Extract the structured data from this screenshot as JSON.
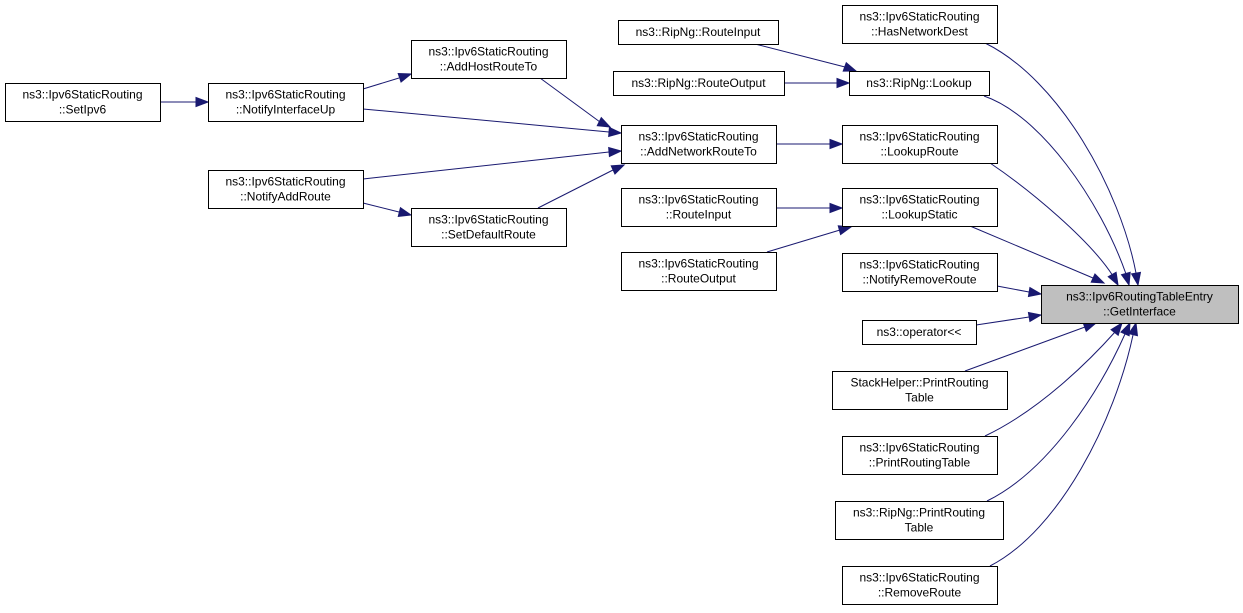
{
  "title": "ns3::Ipv6RoutingTableEntry::GetInterface caller graph",
  "colors": {
    "edge": "#191970",
    "node_fill": "#ffffff",
    "focus_fill": "#bfbfbf",
    "border": "#000000"
  },
  "nodes": [
    {
      "id": "getinterface",
      "lines": [
        "ns3::Ipv6RoutingTableEntry",
        "::GetInterface"
      ],
      "focus": true
    },
    {
      "id": "setipv6",
      "lines": [
        "ns3::Ipv6StaticRouting",
        "::SetIpv6"
      ]
    },
    {
      "id": "notifyinterfaceup",
      "lines": [
        "ns3::Ipv6StaticRouting",
        "::NotifyInterfaceUp"
      ]
    },
    {
      "id": "notifyaddroute",
      "lines": [
        "ns3::Ipv6StaticRouting",
        "::NotifyAddRoute"
      ]
    },
    {
      "id": "addhostrouteto",
      "lines": [
        "ns3::Ipv6StaticRouting",
        "::AddHostRouteTo"
      ]
    },
    {
      "id": "setdefaultroute",
      "lines": [
        "ns3::Ipv6StaticRouting",
        "::SetDefaultRoute"
      ]
    },
    {
      "id": "addnetworkrouteto",
      "lines": [
        "ns3::Ipv6StaticRouting",
        "::AddNetworkRouteTo"
      ]
    },
    {
      "id": "ripng-routeinput",
      "lines": [
        "ns3::RipNg::RouteInput"
      ]
    },
    {
      "id": "ripng-routeoutput",
      "lines": [
        "ns3::RipNg::RouteOutput"
      ]
    },
    {
      "id": "static-routeinput",
      "lines": [
        "ns3::Ipv6StaticRouting",
        "::RouteInput"
      ]
    },
    {
      "id": "static-routeoutput",
      "lines": [
        "ns3::Ipv6StaticRouting",
        "::RouteOutput"
      ]
    },
    {
      "id": "hasnetworkdest",
      "lines": [
        "ns3::Ipv6StaticRouting",
        "::HasNetworkDest"
      ]
    },
    {
      "id": "ripng-lookup",
      "lines": [
        "ns3::RipNg::Lookup"
      ]
    },
    {
      "id": "lookuproute",
      "lines": [
        "ns3::Ipv6StaticRouting",
        "::LookupRoute"
      ]
    },
    {
      "id": "lookupstatic",
      "lines": [
        "ns3::Ipv6StaticRouting",
        "::LookupStatic"
      ]
    },
    {
      "id": "notifyremoveroute",
      "lines": [
        "ns3::Ipv6StaticRouting",
        "::NotifyRemoveRoute"
      ]
    },
    {
      "id": "operator",
      "lines": [
        "ns3::operator<<"
      ]
    },
    {
      "id": "stackhelper-print",
      "lines": [
        "StackHelper::PrintRouting",
        "Table"
      ]
    },
    {
      "id": "static-print",
      "lines": [
        "ns3::Ipv6StaticRouting",
        "::PrintRoutingTable"
      ]
    },
    {
      "id": "ripng-print",
      "lines": [
        "ns3::RipNg::PrintRouting",
        "Table"
      ]
    },
    {
      "id": "removeroute",
      "lines": [
        "ns3::Ipv6StaticRouting",
        "::RemoveRoute"
      ]
    }
  ],
  "edges": [
    {
      "from": "setipv6",
      "to": "notifyinterfaceup"
    },
    {
      "from": "notifyinterfaceup",
      "to": "addhostrouteto"
    },
    {
      "from": "notifyinterfaceup",
      "to": "addnetworkrouteto"
    },
    {
      "from": "notifyaddroute",
      "to": "addnetworkrouteto"
    },
    {
      "from": "notifyaddroute",
      "to": "setdefaultroute"
    },
    {
      "from": "addhostrouteto",
      "to": "addnetworkrouteto"
    },
    {
      "from": "setdefaultroute",
      "to": "addnetworkrouteto"
    },
    {
      "from": "ripng-routeinput",
      "to": "ripng-lookup"
    },
    {
      "from": "ripng-routeoutput",
      "to": "ripng-lookup"
    },
    {
      "from": "addnetworkrouteto",
      "to": "lookuproute"
    },
    {
      "from": "static-routeinput",
      "to": "lookupstatic"
    },
    {
      "from": "static-routeoutput",
      "to": "lookupstatic"
    },
    {
      "from": "hasnetworkdest",
      "to": "getinterface"
    },
    {
      "from": "ripng-lookup",
      "to": "getinterface"
    },
    {
      "from": "lookuproute",
      "to": "getinterface"
    },
    {
      "from": "lookupstatic",
      "to": "getinterface"
    },
    {
      "from": "notifyremoveroute",
      "to": "getinterface"
    },
    {
      "from": "operator",
      "to": "getinterface"
    },
    {
      "from": "stackhelper-print",
      "to": "getinterface"
    },
    {
      "from": "static-print",
      "to": "getinterface"
    },
    {
      "from": "ripng-print",
      "to": "getinterface"
    },
    {
      "from": "removeroute",
      "to": "getinterface"
    }
  ]
}
